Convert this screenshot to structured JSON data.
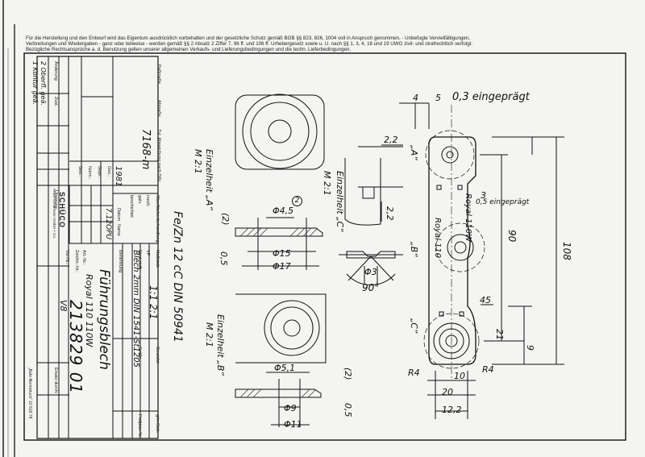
{
  "notice_lines": [
    "Für die Herstellung und den Entwurf wird das Eigentum ausdrücklich vorbehalten und der gesetzliche Schutz gemäß BGB §§ 823, 826, 1004 voll in Anspruch genommen. - Unbefugte Vervielfältigungen,",
    "Verbreitungen und Wiedergaben - ganz oder teilweise - werden gemäß §§ 2 Absatz 2 Ziffer 7, 96 ff. und 106 ff. Urhebergesetz sowie u. U. nach §§ 1, 3, 4, 18 und 19 UWG zivil- und strafrechtlich verfolgt.",
    "Bezügliche Rechtsansprüche a. d. Benutzung gelten unserer allgemeinen Verkaufs- und Lieferungsbedingungen und die techn. Lieferbedingungen."
  ],
  "title_block": {
    "passmasse": "Paßmaße",
    "abmasse": "Abmaße",
    "zul_abweichung": "Zul. Abweichung nach DIN",
    "tolerance_value": "7168-m",
    "oberflaeche": "Oberflächenbehandlung",
    "mech": "mech.",
    "galv": "galv.",
    "beschichtet": "beschichtet",
    "year": "1981",
    "datum": "Datum",
    "name": "Name",
    "gez": "Gez.:",
    "gepr": "Gepr.:",
    "norm": "Norm.:",
    "ges": "Ges.:",
    "gez_date": "7.12",
    "gez_name": "OPU",
    "company": "SCHÜCO",
    "company_sub": "Heinz Schürmann GmbH + Co.",
    "massstab_label": "Maßstab:",
    "massstab_value": "1:1  2:1",
    "gewicht": "Gewicht:",
    "werkstoff_label": "Werkstoff",
    "werkstoff_value": "Blech 2mm DIN 1541-St1205",
    "vp": "VP",
    "groesse": "Größe",
    "benennung_label": "Benennung",
    "benennung_1": "Führungsblech",
    "benennung_2": "Royal 110  110W",
    "art_nr_label": "Art.-Nr.:",
    "zeichn_nr_label": "Zeichn.-Nr.:",
    "drawing_number": "213829 01",
    "vor_nr_label": "Vor-Nr.:",
    "v8": "V8",
    "ersatz": "Ersatz durch:",
    "aenderung": "Änderung",
    "ursprung": "Ursprung:",
    "zust": "Zust.",
    "verlag": "„Bafe-Normdruck“  10 619 78",
    "g_m_stck": "g/m-Stck.",
    "pruefplan": "Prüfplan-Nr.:",
    "revisions": [
      "2  Oberfl. geä.",
      "1  Kontur geä."
    ]
  },
  "drawing": {
    "surface": "Fe/Zn 12 cC DIN 50941",
    "detail_a": "Einzelheit „A“",
    "detail_b": "Einzelheit „B“",
    "detail_c": "Einzelheit „C“",
    "scale": "M 2:1",
    "embossed": "0,3 eingeprägt",
    "embossed_small": "0,5 eingeprägt",
    "embossed_frac": "3",
    "royal_text": "Royal 110W",
    "royal_text_2": "Royal 110",
    "marker_a": "„A“",
    "marker_b": "„B“",
    "marker_c": "„C“",
    "callout": "2",
    "dims": {
      "d45": "Φ4,5",
      "d15": "Φ15",
      "d17": "Φ17",
      "d3": "Φ3",
      "angle": "90°",
      "d51": "Φ5,1",
      "d9": "Φ9",
      "d11": "Φ11",
      "t2a": "(2)",
      "t2b": "(2)",
      "t05a": "0,5",
      "t05b": "0,5",
      "d22a": "2,2",
      "d22b": "2,2",
      "d4": "4",
      "d5": "5",
      "d90": "90",
      "d108": "108",
      "d45b": "45",
      "d21": "21",
      "d9b": "9",
      "d10": "10",
      "d20": "20",
      "d122": "12,2",
      "r4a": "R4",
      "r4b": "R4"
    }
  }
}
